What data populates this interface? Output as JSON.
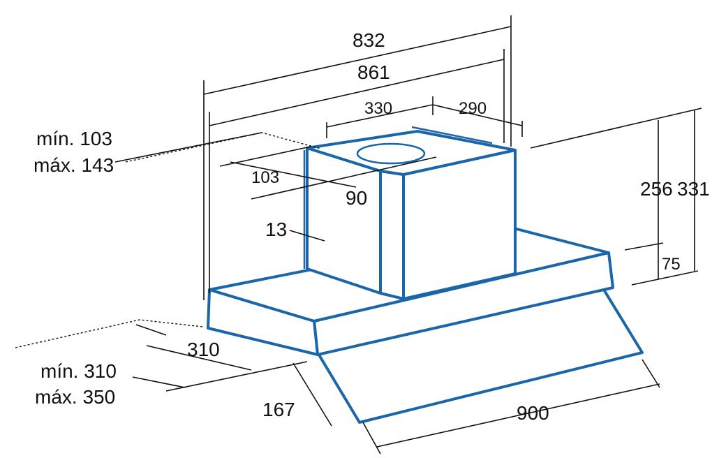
{
  "drawing": {
    "colors": {
      "outline": "#1a66a8",
      "dimension": "#111111"
    },
    "dimensions": {
      "overall_top": "832",
      "inner_top": "861",
      "outlet_left": "330",
      "outlet_right": "290",
      "height_total": "331",
      "height_chimney": "256",
      "height_canopy": "75",
      "wall_gap_min": "mín. 103",
      "wall_gap_max": "máx. 143",
      "outlet_offset": "103",
      "outlet_depth": "90",
      "side_gap": "13",
      "depth": "310",
      "depth_min": "mín. 310",
      "depth_max": "máx. 350",
      "visor": "167",
      "width": "900"
    }
  }
}
